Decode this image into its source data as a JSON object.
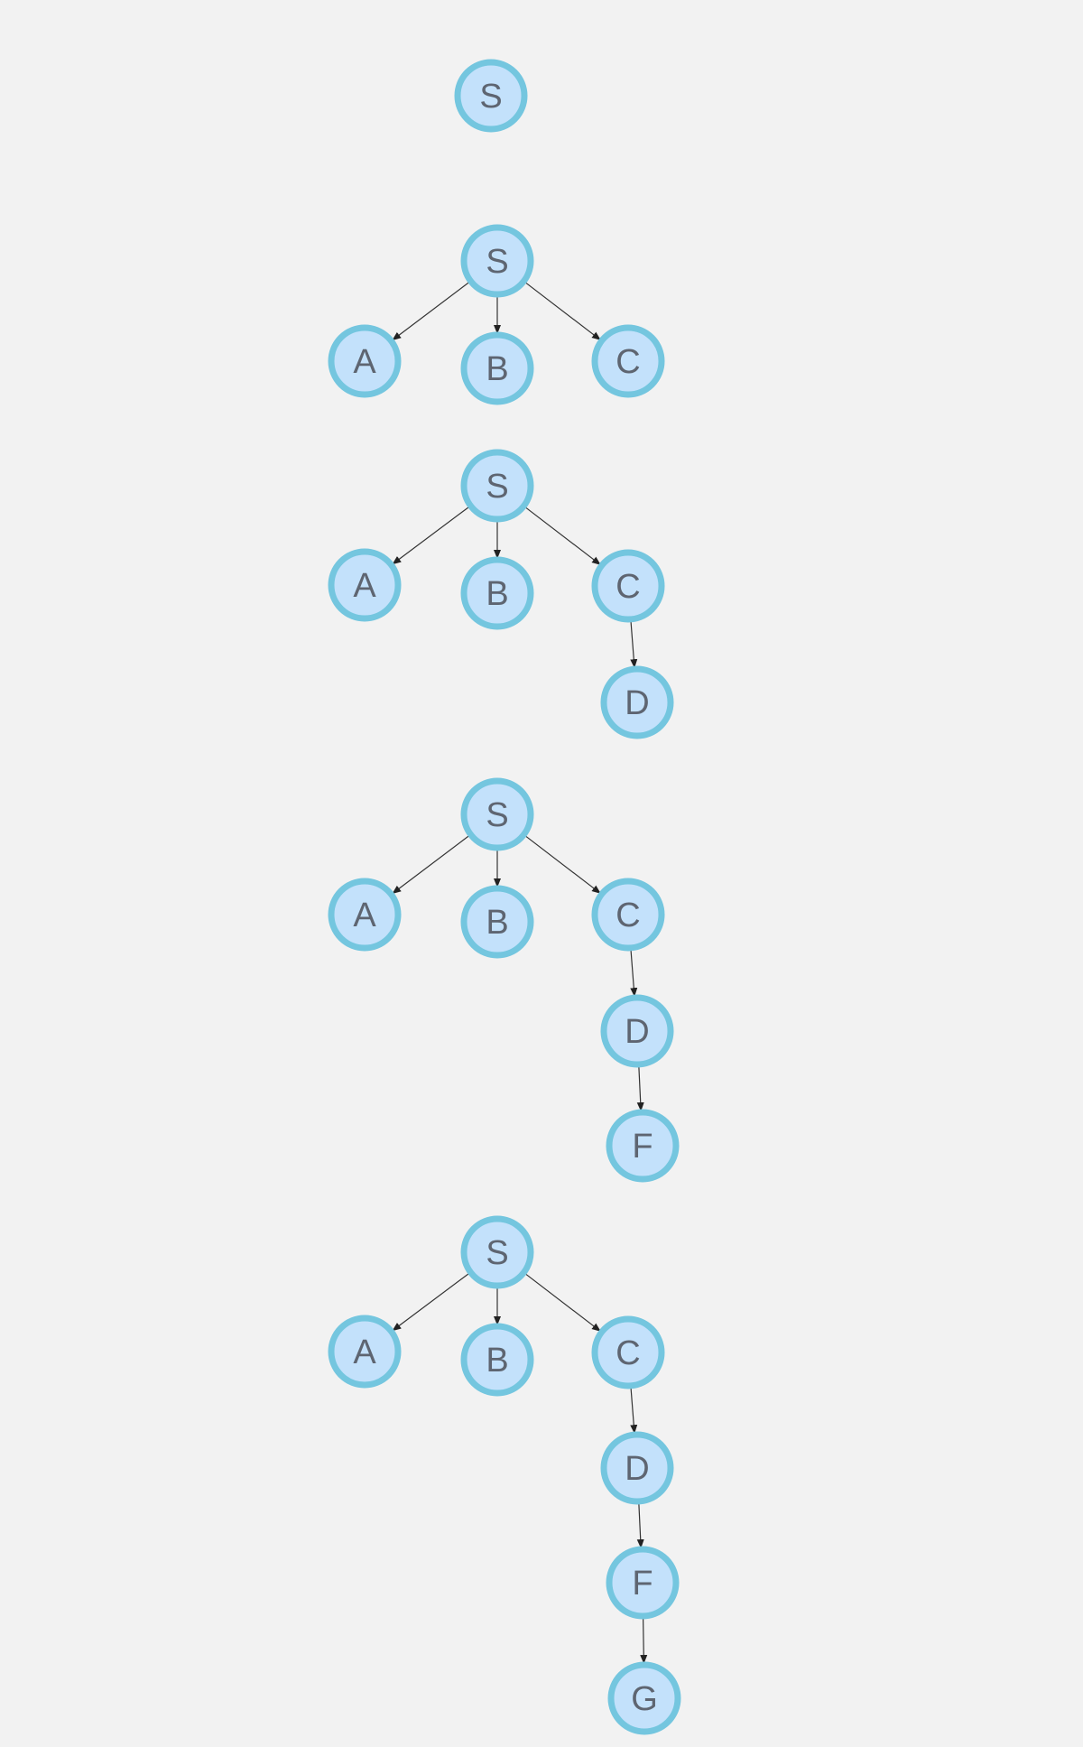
{
  "diagram": {
    "title": "",
    "colors": {
      "background": "#f2f2f2",
      "node_fill": "#c3e1fb",
      "node_stroke": "#74c6df",
      "node_text": "#5e6571",
      "edge": "#333333"
    },
    "steps": [
      {
        "nodes": [
          "S"
        ],
        "edges": []
      },
      {
        "nodes": [
          "S",
          "A",
          "B",
          "C"
        ],
        "edges": [
          [
            "S",
            "A"
          ],
          [
            "S",
            "B"
          ],
          [
            "S",
            "C"
          ]
        ]
      },
      {
        "nodes": [
          "S",
          "A",
          "B",
          "C",
          "D"
        ],
        "edges": [
          [
            "S",
            "A"
          ],
          [
            "S",
            "B"
          ],
          [
            "S",
            "C"
          ],
          [
            "C",
            "D"
          ]
        ]
      },
      {
        "nodes": [
          "S",
          "A",
          "B",
          "C",
          "D",
          "F"
        ],
        "edges": [
          [
            "S",
            "A"
          ],
          [
            "S",
            "B"
          ],
          [
            "S",
            "C"
          ],
          [
            "C",
            "D"
          ],
          [
            "D",
            "F"
          ]
        ]
      },
      {
        "nodes": [
          "S",
          "A",
          "B",
          "C",
          "D",
          "F",
          "G"
        ],
        "edges": [
          [
            "S",
            "A"
          ],
          [
            "S",
            "B"
          ],
          [
            "S",
            "C"
          ],
          [
            "C",
            "D"
          ],
          [
            "D",
            "F"
          ],
          [
            "F",
            "G"
          ]
        ]
      }
    ]
  }
}
